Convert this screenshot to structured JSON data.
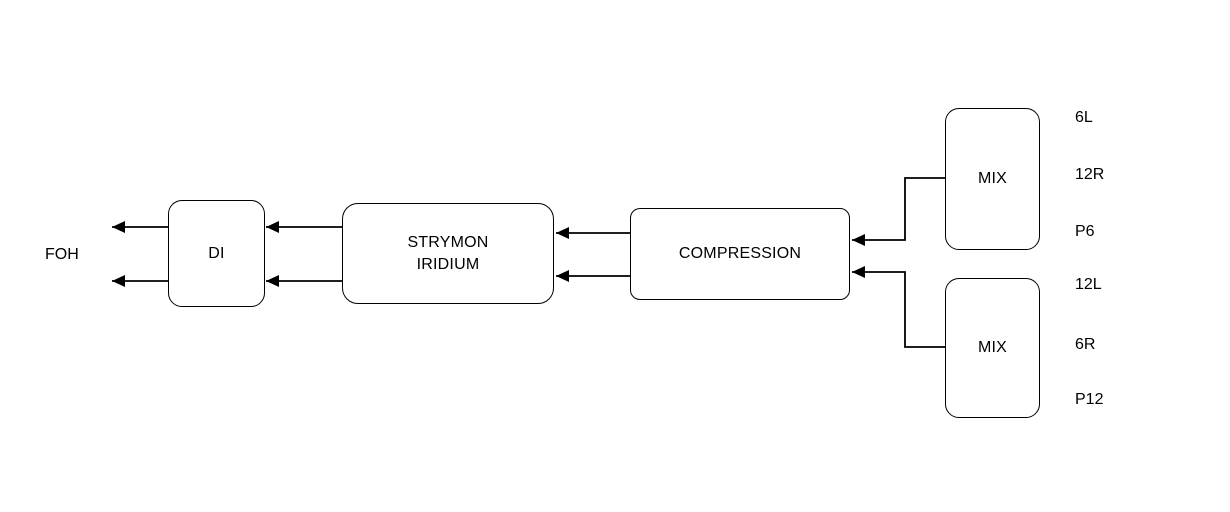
{
  "diagram": {
    "foh_label": "FOH",
    "nodes": {
      "di": {
        "label": "DI"
      },
      "strymon": {
        "line1": "STRYMON",
        "line2": "IRIDIUM"
      },
      "compression": {
        "label": "COMPRESSION"
      },
      "mix_top": {
        "label": "MIX"
      },
      "mix_bottom": {
        "label": "MIX"
      }
    },
    "mix_top_outputs": [
      "6L",
      "12R",
      "P6"
    ],
    "mix_bottom_outputs": [
      "12L",
      "6R",
      "P12"
    ]
  }
}
